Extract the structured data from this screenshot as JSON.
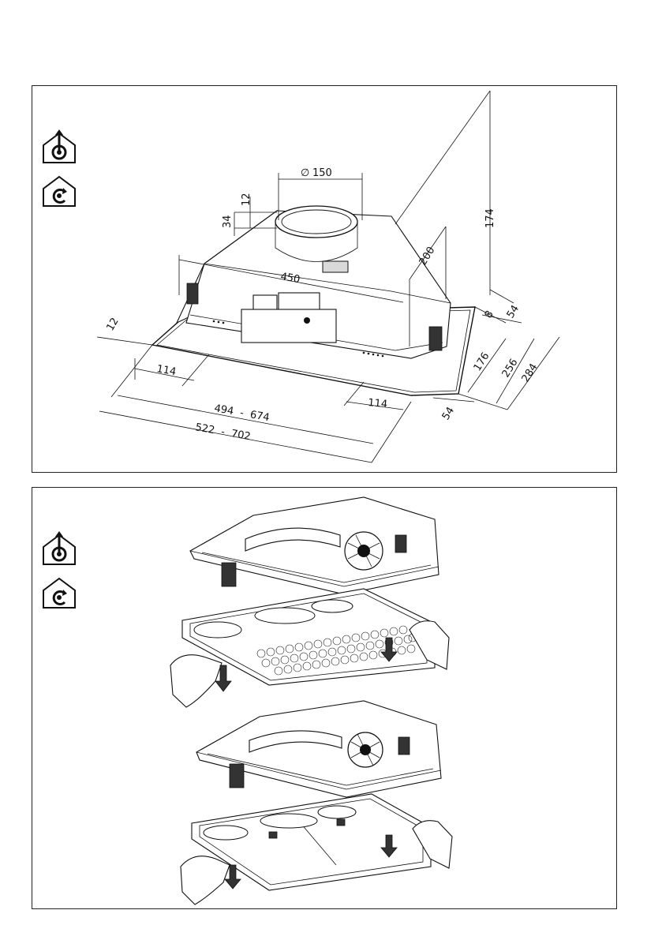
{
  "icons": {
    "ducted": "house-ducted-icon",
    "recirculating": "house-recirculating-icon"
  },
  "dimensions": {
    "duct_diameter": "150",
    "height_total": "174",
    "collar_offset": "12",
    "collar_height": "34",
    "body_width": "450",
    "body_depth": "200",
    "frame_thickness": "12",
    "right_offset_top": "8",
    "right_offset_54_top": "54",
    "depth_176": "176",
    "depth_256": "256",
    "depth_284": "284",
    "left_offset_114": "114",
    "right_offset_114": "114",
    "right_offset_54_bottom": "54",
    "width_range_inner": "494  -  674",
    "width_range_outer": "522  -  702"
  }
}
